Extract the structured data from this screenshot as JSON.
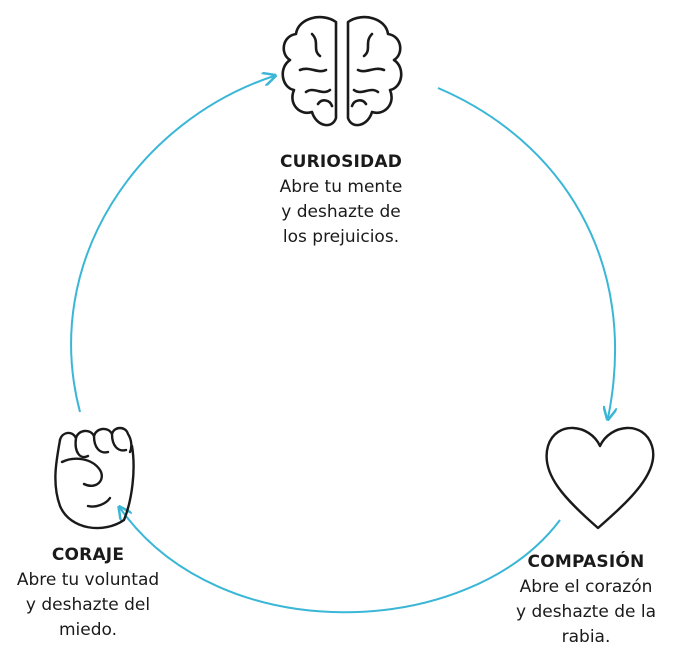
{
  "nodes": {
    "curiosidad": {
      "icon": "brain-icon",
      "title": "CURIOSIDAD",
      "lines": [
        "Abre tu mente",
        "y deshazte de",
        "los prejuicios."
      ]
    },
    "compasion": {
      "icon": "heart-icon",
      "title": "COMPASIÓN",
      "lines": [
        "Abre el corazón",
        "y deshazte de la",
        "rabia."
      ]
    },
    "coraje": {
      "icon": "fist-icon",
      "title": "CORAJE",
      "lines": [
        "Abre tu voluntad",
        "y deshazte del",
        "miedo."
      ]
    }
  },
  "colors": {
    "arrow": "#3ab6d6",
    "ink": "#1a1a1a",
    "background": "#ffffff"
  }
}
